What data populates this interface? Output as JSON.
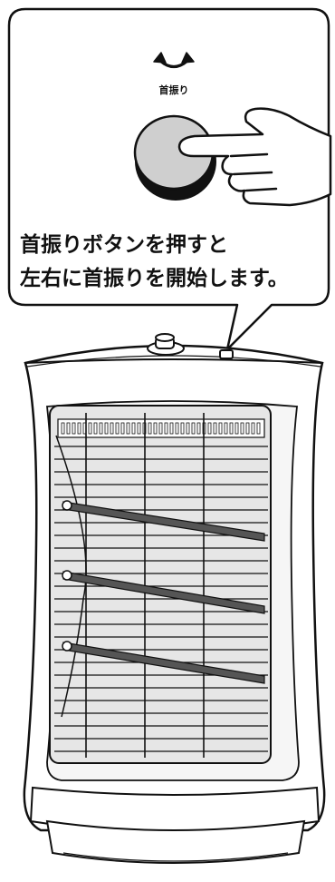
{
  "callout": {
    "icon_label": "首振り",
    "instruction_line1": "首振りボタンを押すと",
    "instruction_line2": "左右に首振りを開始します。"
  },
  "icons": {
    "swing": "swing-arrows-icon",
    "hand": "pointing-hand-icon"
  },
  "colors": {
    "outline": "#111111",
    "button_fill": "#cfcfcf",
    "heater_tube": "#555555",
    "grille_bg": "#e6e6e6",
    "panel_bg": "#f6f6f6"
  }
}
